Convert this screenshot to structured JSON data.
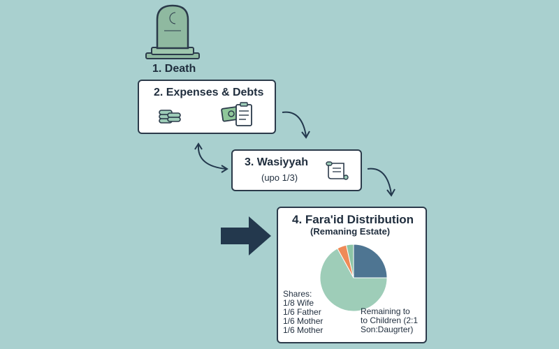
{
  "steps": {
    "death": {
      "label": "1. Death"
    },
    "expenses": {
      "label": "2. Expenses & Debts"
    },
    "wasiyyah": {
      "label": "3. Wasiyyah",
      "sublabel": "(upo 1/3)"
    },
    "faraid": {
      "label": "4. Fara'id Distribution",
      "sublabel": "(Remaning Estate)",
      "shares_title": "Shares:",
      "shares": [
        "1/8 Wife",
        "1/6 Father",
        "1/6 Mother",
        "1/6 Mother"
      ],
      "remaining_lines": [
        "Remaining to",
        "to Children (2:1",
        "Son:Daugrter)"
      ]
    }
  },
  "chart_data": {
    "type": "pie",
    "slices": [
      {
        "value": 0.25,
        "color": "#4e7592"
      },
      {
        "value": 0.67,
        "color": "#9ecdb8"
      },
      {
        "value": 0.045,
        "color": "#ef8a57"
      },
      {
        "value": 0.035,
        "color": "#8cc5a6"
      }
    ]
  },
  "colors": {
    "background": "#a9d0cf",
    "dark": "#23384d",
    "green": "#8fb9a0",
    "box_border": "#2b3a4a"
  },
  "icons": [
    "tombstone-icon",
    "coins-icon",
    "invoice-icon",
    "scroll-icon",
    "right-arrow-icon"
  ]
}
